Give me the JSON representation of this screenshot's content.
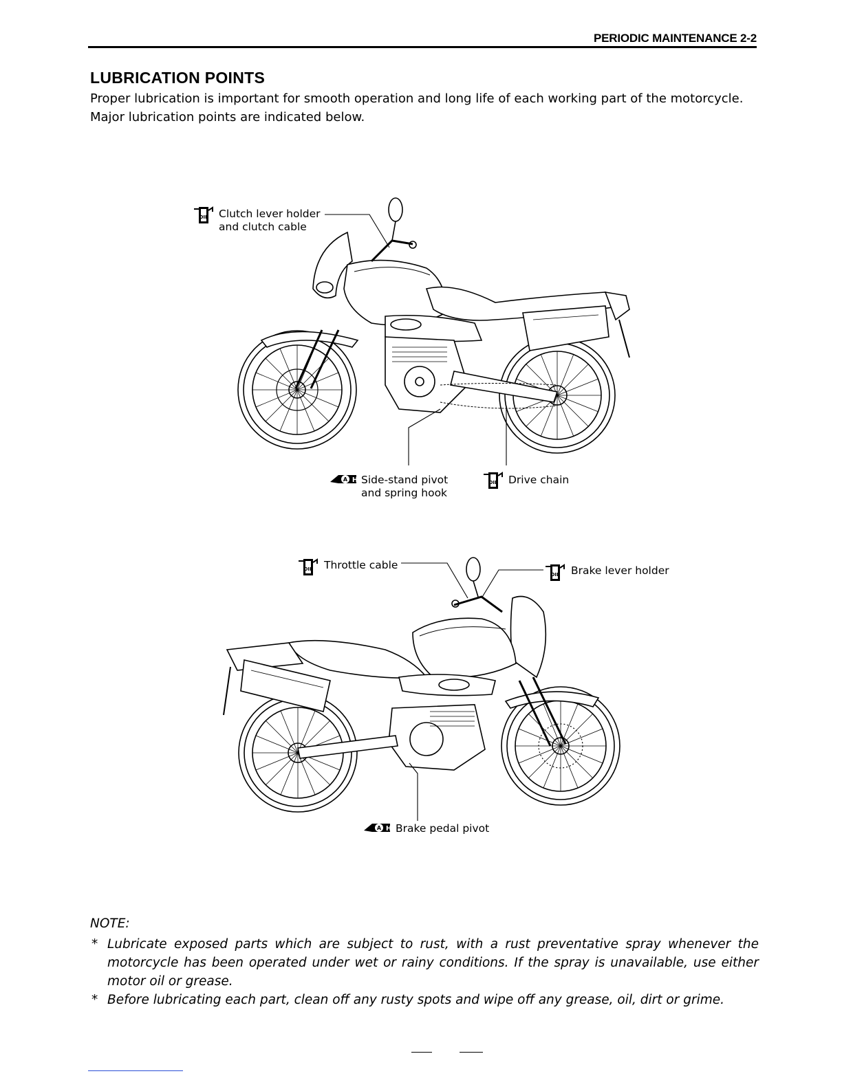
{
  "header": {
    "text": "PERIODIC MAINTENANCE 2-2"
  },
  "title": "LUBRICATION POINTS",
  "intro": [
    "Proper lubrication is important for smooth operation and long life of each working part of the motorcycle.",
    "Major lubrication points are indicated below."
  ],
  "figure1": {
    "clutch_label_1": "Clutch lever holder",
    "clutch_label_2": "and clutch cable",
    "sidestand_label_1": "Side-stand pivot",
    "sidestand_label_2": "and spring hook",
    "chain_label": "Drive chain"
  },
  "figure2": {
    "throttle_label": "Throttle cable",
    "brake_lever_label": "Brake lever holder",
    "brake_pedal_label": "Brake pedal pivot"
  },
  "icons": {
    "oil": "oil-can-icon",
    "grease": "grease-gun-icon",
    "oil_text": "OIL",
    "grease_text": "AH"
  },
  "note": {
    "heading": "NOTE:",
    "items": [
      "Lubricate exposed parts which are subject to rust, with a rust preventative spray whenever the motorcycle has been operated under wet or rainy conditions. If the spray is unavailable, use either motor oil or grease.",
      "Before lubricating each part, clean off any rusty spots and wipe off any grease, oil, dirt or grime."
    ],
    "bullet": "*"
  }
}
